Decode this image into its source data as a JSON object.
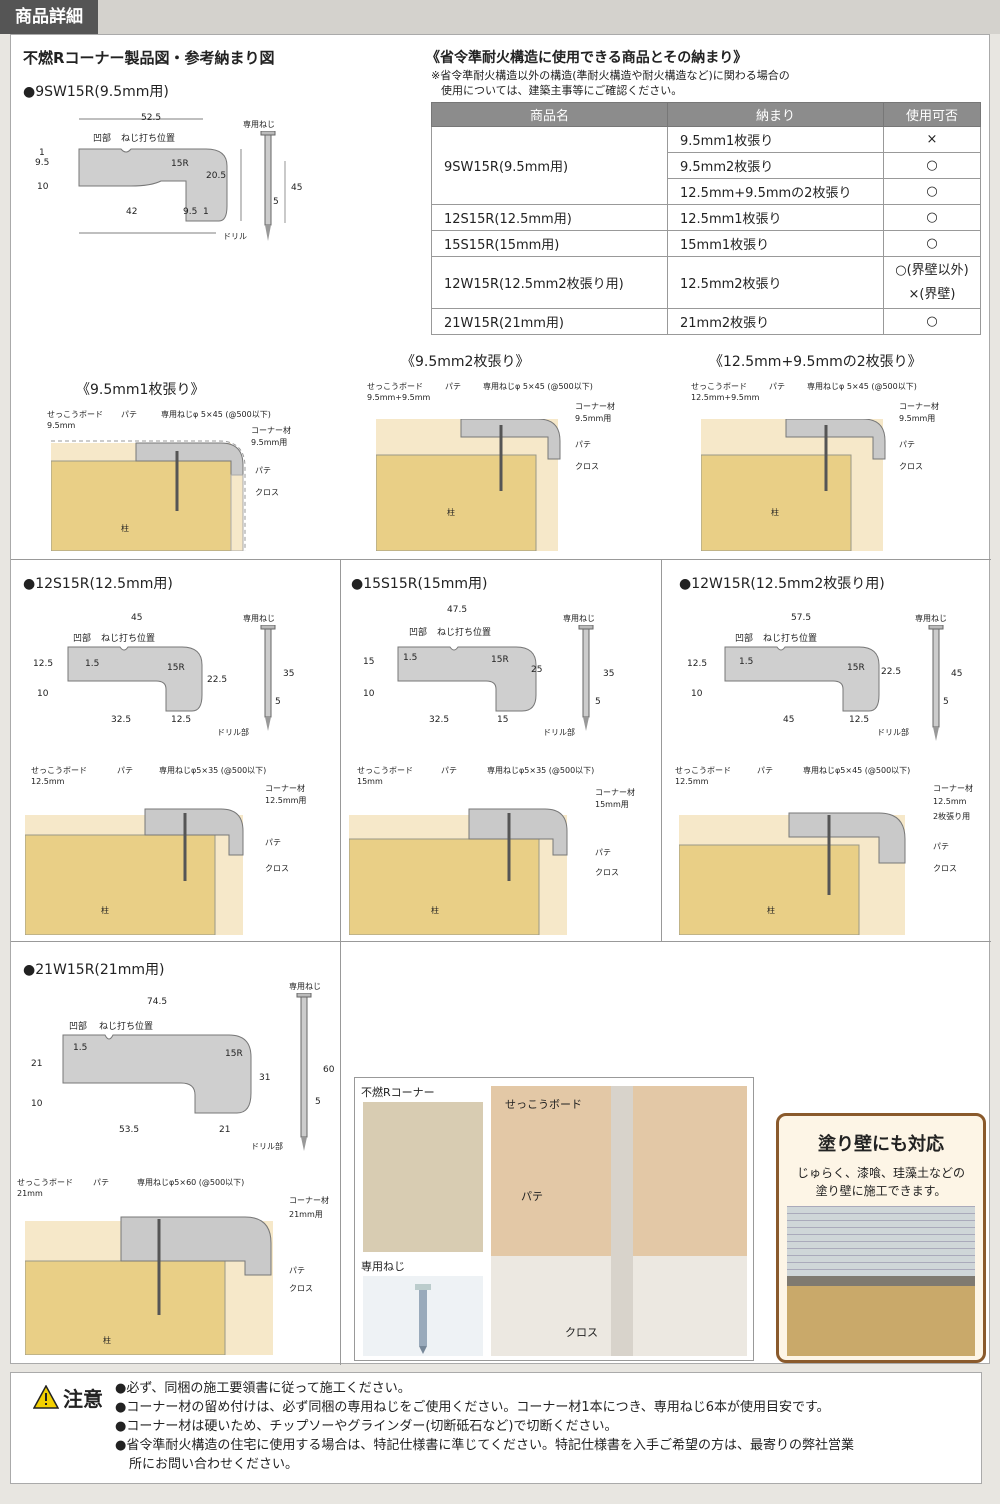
{
  "header": {
    "tab": "商品詳細"
  },
  "left_title": "不燃Rコーナー製品図・参考納まり図",
  "products": {
    "p9": {
      "name": "●9SW15R(9.5mm用)",
      "dims": [
        "52.5",
        "1",
        "9.5",
        "10",
        "20.5",
        "42",
        "9.5",
        "1",
        "15R",
        "45",
        "5"
      ],
      "labels": {
        "notch": "凹部",
        "screw_pos": "ねじ打ち位置",
        "screw": "専用ねじ",
        "drill": "ドリル"
      }
    },
    "p12": {
      "name": "●12S15R(12.5mm用)",
      "dims": [
        "45",
        "12.5",
        "10",
        "1.5",
        "22.5",
        "32.5",
        "12.5",
        "15R",
        "35",
        "5"
      ],
      "labels": {
        "notch": "凹部",
        "screw_pos": "ねじ打ち位置",
        "screw": "専用ねじ",
        "drill": "ドリル部"
      }
    },
    "p15": {
      "name": "●15S15R(15mm用)",
      "dims": [
        "47.5",
        "15",
        "10",
        "1.5",
        "25",
        "32.5",
        "15",
        "15R",
        "35",
        "5"
      ],
      "labels": {
        "notch": "凹部",
        "screw_pos": "ねじ打ち位置",
        "screw": "専用ねじ",
        "drill": "ドリル部"
      }
    },
    "p12w": {
      "name": "●12W15R(12.5mm2枚張り用)",
      "dims": [
        "57.5",
        "12.5",
        "10",
        "1.5",
        "22.5",
        "45",
        "12.5",
        "15R",
        "45",
        "5"
      ],
      "labels": {
        "notch": "凹部",
        "screw_pos": "ねじ打ち位置",
        "screw": "専用ねじ",
        "drill": "ドリル部"
      }
    },
    "p21": {
      "name": "●21W15R(21mm用)",
      "dims": [
        "74.5",
        "21",
        "10",
        "1.5",
        "31",
        "53.5",
        "21",
        "15R",
        "60",
        "5"
      ],
      "labels": {
        "notch": "凹部",
        "screw_pos": "ねじ打ち位置",
        "screw": "専用ねじ",
        "drill": "ドリル部"
      }
    }
  },
  "fire": {
    "title": "《省令準耐火構造に使用できる商品とその納まり》",
    "note1": "※省令準耐火構造以外の構造(準耐火構造や耐火構造など)に関わる場合の",
    "note2": "使用については、建築主事等にご確認ください。",
    "headers": [
      "商品名",
      "納まり",
      "使用可否"
    ],
    "rows": [
      {
        "name": "9SW15R(9.5mm用)",
        "sub": [
          [
            "9.5mm1枚張り",
            "×"
          ],
          [
            "9.5mm2枚張り",
            "○"
          ],
          [
            "12.5mm+9.5mmの2枚張り",
            "○"
          ]
        ]
      },
      {
        "name": "12S15R(12.5mm用)",
        "sub": [
          [
            "12.5mm1枚張り",
            "○"
          ]
        ]
      },
      {
        "name": "15S15R(15mm用)",
        "sub": [
          [
            "15mm1枚張り",
            "○"
          ]
        ]
      },
      {
        "name": "12W15R(12.5mm2枚張り用)",
        "sub": [
          [
            "12.5mm2枚張り",
            "○(界壁以外)\n×(界壁)"
          ]
        ]
      },
      {
        "name": "21W15R(21mm用)",
        "sub": [
          [
            "21mm2枚張り",
            "○"
          ]
        ]
      }
    ]
  },
  "install": {
    "a": {
      "title": "《9.5mm1枚張り》",
      "board": "せっこうボード",
      "thick": "9.5mm",
      "putty": "パテ",
      "screw": "専用ねじφ 5×45 (@500以下)",
      "corner": "コーナー材",
      "corner_mm": "9.5mm用",
      "putty2": "パテ",
      "cloth": "クロス",
      "post": "柱"
    },
    "b": {
      "title": "《9.5mm2枚張り》",
      "board": "せっこうボード",
      "thick": "9.5mm+9.5mm",
      "putty": "パテ",
      "screw": "専用ねじφ 5×45 (@500以下)",
      "corner": "コーナー材",
      "corner_mm": "9.5mm用",
      "putty2": "パテ",
      "cloth": "クロス",
      "post": "柱"
    },
    "c": {
      "title": "《12.5mm+9.5mmの2枚張り》",
      "board": "せっこうボード",
      "thick": "12.5mm+9.5mm",
      "putty": "パテ",
      "screw": "専用ねじφ 5×45 (@500以下)",
      "corner": "コーナー材",
      "corner_mm": "9.5mm用",
      "putty2": "パテ",
      "cloth": "クロス",
      "post": "柱"
    },
    "d": {
      "board": "せっこうボード",
      "thick": "12.5mm",
      "putty": "パテ",
      "screw": "専用ねじφ5×35 (@500以下)",
      "corner": "コーナー材",
      "corner_mm": "12.5mm用",
      "putty2": "パテ",
      "cloth": "クロス",
      "post": "柱"
    },
    "e": {
      "board": "せっこうボード",
      "thick": "15mm",
      "putty": "パテ",
      "screw": "専用ねじφ5×35 (@500以下)",
      "corner": "コーナー材",
      "corner_mm": "15mm用",
      "putty2": "パテ",
      "cloth": "クロス",
      "post": "柱"
    },
    "f": {
      "board": "せっこうボード",
      "thick": "12.5mm",
      "putty": "パテ",
      "screw": "専用ねじφ5×45 (@500以下)",
      "corner": "コーナー材",
      "corner_mm": "12.5mm",
      "corner_mm2": "2枚張り用",
      "putty2": "パテ",
      "cloth": "クロス",
      "post": "柱"
    },
    "g": {
      "board": "せっこうボード",
      "thick": "21mm",
      "putty": "パテ",
      "screw": "専用ねじφ5×60 (@500以下)",
      "corner": "コーナー材",
      "corner_mm": "21mm用",
      "putty2": "パテ",
      "cloth": "クロス",
      "post": "柱"
    }
  },
  "photos": {
    "corner": "不燃Rコーナー",
    "screw": "専用ねじ",
    "board": "せっこうボード",
    "putty": "パテ",
    "cloth": "クロス"
  },
  "kabe": {
    "title": "塗り壁にも対応",
    "l1": "じゅらく、漆喰、珪藻土などの",
    "l2": "塗り壁に施工できます。"
  },
  "warning": {
    "title": "注意",
    "lines": [
      "●必ず、同梱の施工要領書に従って施工ください。",
      "●コーナー材の留め付けは、必ず同梱の専用ねじをご使用ください。コーナー材1本につき、専用ねじ6本が使用目安です。",
      "●コーナー材は硬いため、チップソーやグラインダー(切断砥石など)で切断ください。",
      "●省令準耐火構造の住宅に使用する場合は、特記仕様書に準じてください。特記仕様書を入手ご希望の方は、最寄りの弊社営業",
      "所にお問い合わせください。"
    ]
  },
  "colors": {
    "wood": "#e9cf86",
    "board": "#f6e8c9",
    "metal": "#c9c9c9"
  }
}
